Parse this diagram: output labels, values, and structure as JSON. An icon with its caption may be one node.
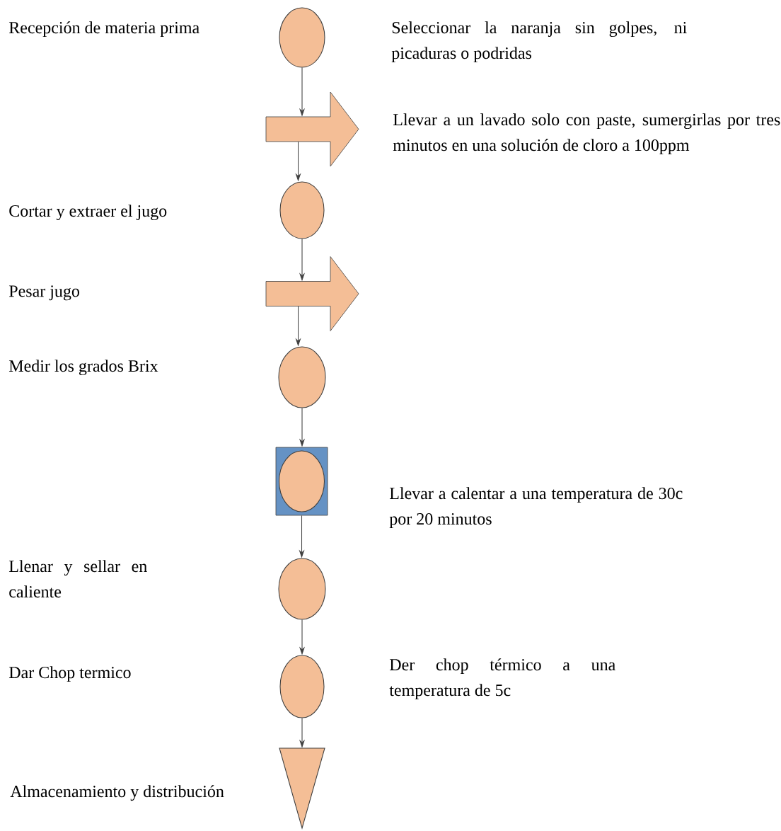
{
  "diagram": {
    "nodes": [
      {
        "text": [],
        "shape": "circle"
      },
      {
        "text": [],
        "shape": "arrow"
      },
      {
        "text": [],
        "shape": "circle"
      },
      {
        "text": [],
        "shape": "arrow"
      },
      {
        "text": [],
        "shape": "circle"
      },
      {
        "text": [],
        "shape": "box"
      },
      {
        "text": [],
        "shape": "circle"
      },
      {
        "text": [],
        "shape": "circle"
      },
      {
        "text": [],
        "shape": "triangle"
      }
    ],
    "edges": [
      {
        "from": 0,
        "to": 1,
        "arrow": "to"
      },
      {
        "from": 1,
        "to": 2,
        "arrow": "to"
      },
      {
        "from": 2,
        "to": 3,
        "arrow": "to"
      },
      {
        "from": 3,
        "to": 4,
        "arrow": "to"
      },
      {
        "from": 4,
        "to": 5,
        "arrow": "to"
      },
      {
        "from": 5,
        "to": 6,
        "arrow": "to"
      },
      {
        "from": 6,
        "to": 7,
        "arrow": "to"
      },
      {
        "from": 7,
        "to": 8,
        "arrow": "to"
      }
    ],
    "labels": [
      "Recepción de materia prima",
      "Seleccionar la naranja sin golpes, ni picaduras o podridas",
      "Llevar a un lavado solo con paste, sumergirlas por tres minutos en una solución de cloro a 100ppm",
      "Cortar y extraer el jugo",
      "Pesar jugo",
      "Medir los grados Brix",
      "Llevar a calentar a una temperatura de 30c por 20 minutos",
      "Llenar y sellar en caliente",
      "Dar Chop termico",
      "Der chop térmico a una temperatura de 5c",
      "Almacenamiento y distribución"
    ]
  }
}
